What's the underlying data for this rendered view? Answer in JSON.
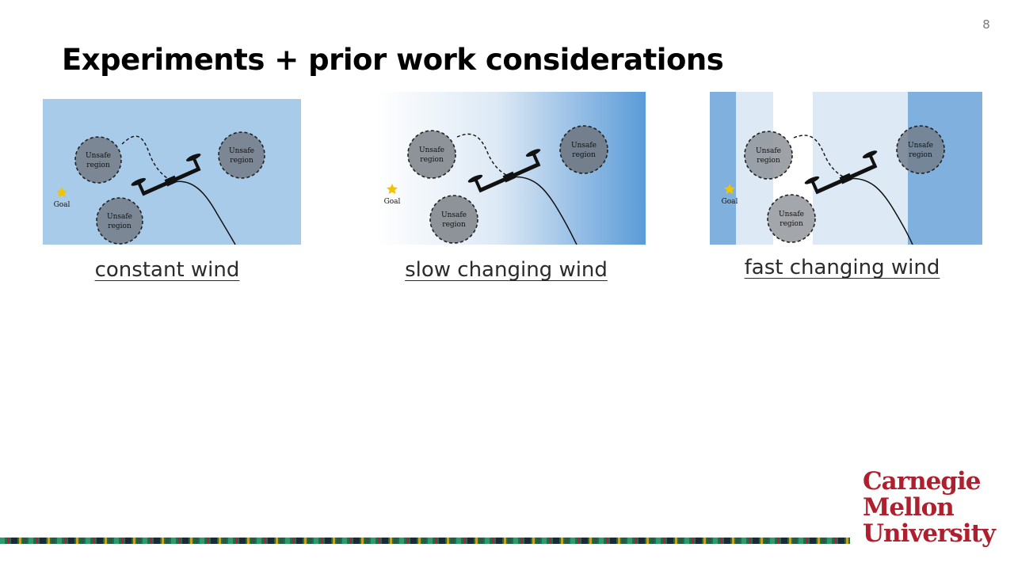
{
  "page_number": "8",
  "title": "Experiments + prior work considerations",
  "panels": [
    {
      "id": "constant",
      "caption": "constant wind",
      "region_label": [
        "Unsafe",
        "region"
      ],
      "goal_label": "Goal"
    },
    {
      "id": "slow",
      "caption": "slow changing wind",
      "region_label": [
        "Unsafe",
        "region"
      ],
      "goal_label": "Goal"
    },
    {
      "id": "fast",
      "caption": "fast changing wind",
      "region_label": [
        "Unsafe",
        "region"
      ],
      "goal_label": "Goal"
    }
  ],
  "logo": {
    "line1": "Carnegie",
    "line2": "Mellon",
    "line3": "University"
  },
  "colors": {
    "title": "#000000",
    "caption": "#2b2b2b",
    "logo": "#b01f2d",
    "wind_light": "#dde9f5",
    "wind_medium": "#a9cbea",
    "wind_dark": "#7fb0de",
    "region_fill": "#7b8794",
    "goal_star": "#f2c400"
  }
}
